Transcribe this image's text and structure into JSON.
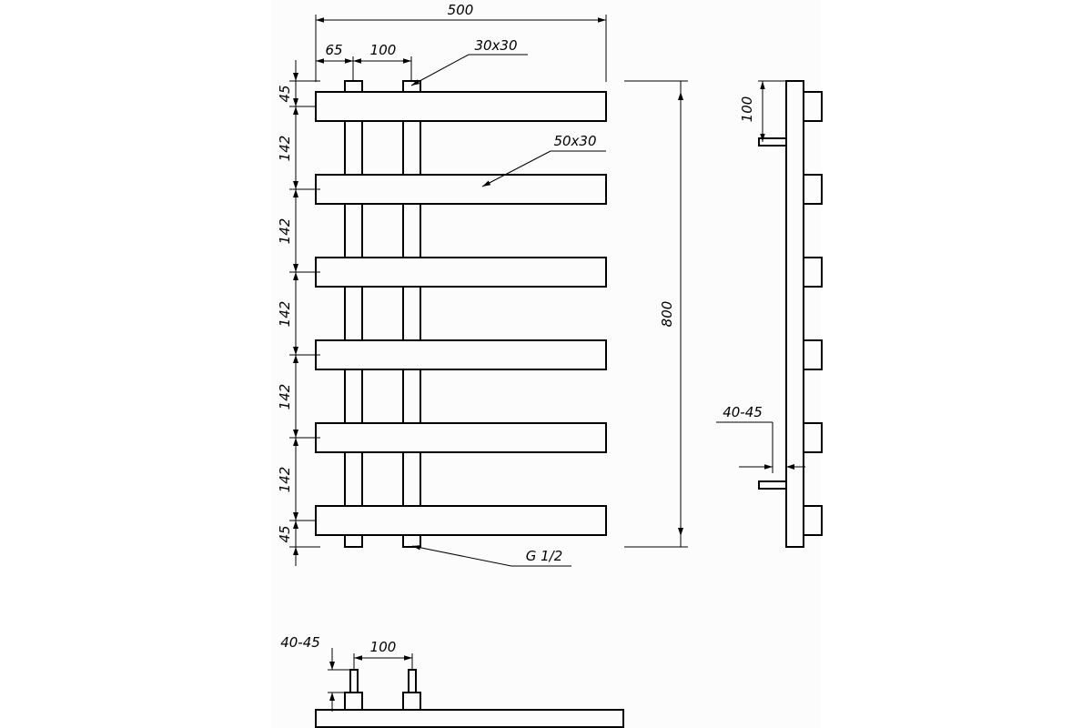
{
  "drawing": {
    "front_view": {
      "overall_width": "500",
      "edge_offset": "65",
      "collector_spacing": "100",
      "collector_section": "30x30",
      "bar_section": "50x30",
      "end_gap_top": "45",
      "bar_pitch": [
        "142",
        "142",
        "142",
        "142",
        "142"
      ],
      "end_gap_bottom": "45",
      "overall_height": "800",
      "connection_thread": "G 1/2"
    },
    "side_view": {
      "top_offset": "100",
      "wall_distance": "40-45"
    },
    "bottom_view": {
      "wall_distance": "40-45",
      "collector_spacing": "100"
    }
  }
}
